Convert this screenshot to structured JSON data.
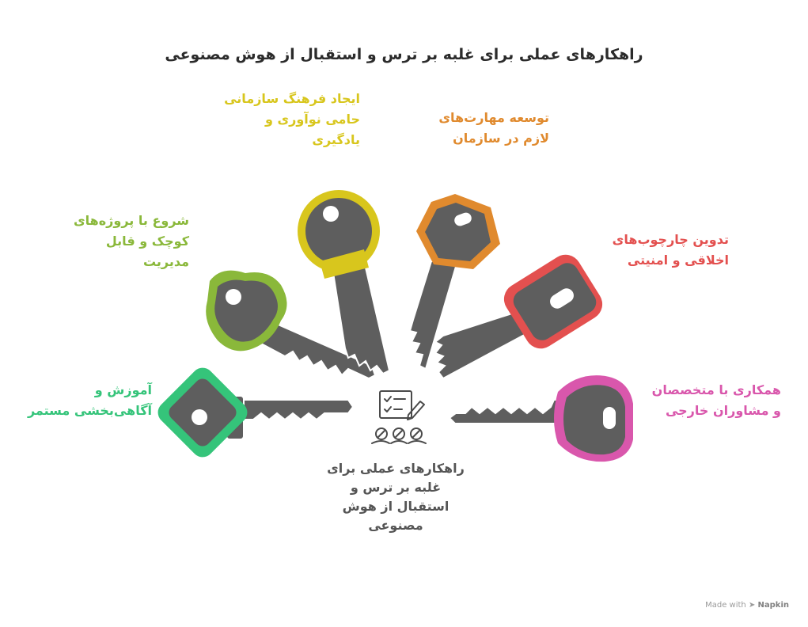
{
  "title": "راهکارهای عملی برای غلبه بر ترس و استقبال از هوش مصنوعی",
  "center": {
    "line1": "راهکارهای عملی برای",
    "line2": "غلبه بر ترس و",
    "line3": "استقبال از هوش",
    "line4": "مصنوعی"
  },
  "items": [
    {
      "key": "green",
      "color": "#35c47a",
      "lines": [
        "آموزش و",
        "آگاهی‌بخشی مستمر"
      ]
    },
    {
      "key": "lime",
      "color": "#8ab83a",
      "lines": [
        "شروع با پروژه‌های",
        "کوچک و قابل",
        "مدیریت"
      ]
    },
    {
      "key": "yellow",
      "color": "#d8c61d",
      "lines": [
        "ایجاد فرهنگ سازمانی",
        "حامی نوآوری و",
        "یادگیری"
      ]
    },
    {
      "key": "orange",
      "color": "#e08a2e",
      "lines": [
        "توسعه مهارت‌های",
        "لازم در سازمان"
      ]
    },
    {
      "key": "red",
      "color": "#e3504f",
      "lines": [
        "تدوین چارچوب‌های",
        "اخلاقی و امنیتی"
      ]
    },
    {
      "key": "pink",
      "color": "#d957ac",
      "lines": [
        "همکاری با متخصصان",
        "و مشاوران خارجی"
      ]
    }
  ],
  "colors": {
    "key_body": "#5e5e5e",
    "center_icon": "#4a4a4a"
  },
  "watermark": {
    "prefix": "Made with",
    "brand": "Napkin"
  }
}
